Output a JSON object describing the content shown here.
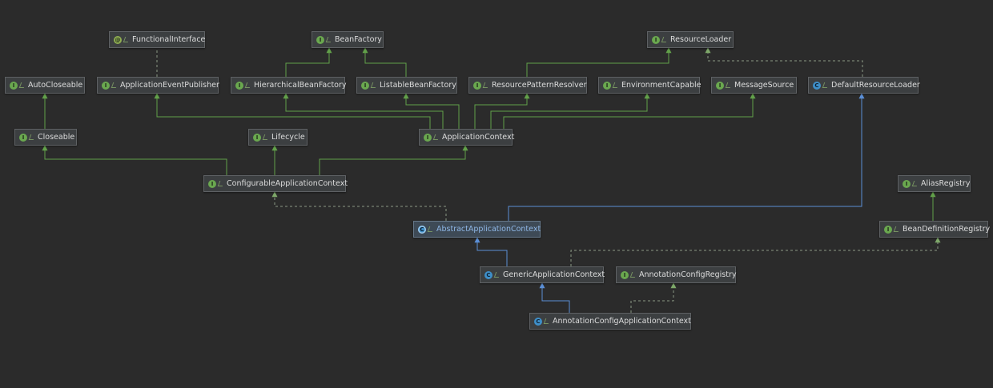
{
  "nodes": {
    "functional_interface": {
      "label": "FunctionalInterface",
      "kind": "@"
    },
    "bean_factory": {
      "label": "BeanFactory",
      "kind": "I"
    },
    "resource_loader": {
      "label": "ResourceLoader",
      "kind": "I"
    },
    "auto_closeable": {
      "label": "AutoCloseable",
      "kind": "I"
    },
    "application_event_publisher": {
      "label": "ApplicationEventPublisher",
      "kind": "I"
    },
    "hierarchical_bean_factory": {
      "label": "HierarchicalBeanFactory",
      "kind": "I"
    },
    "listable_bean_factory": {
      "label": "ListableBeanFactory",
      "kind": "I"
    },
    "resource_pattern_resolver": {
      "label": "ResourcePatternResolver",
      "kind": "I"
    },
    "environment_capable": {
      "label": "EnvironmentCapable",
      "kind": "I"
    },
    "message_source": {
      "label": "MessageSource",
      "kind": "I"
    },
    "default_resource_loader": {
      "label": "DefaultResourceLoader",
      "kind": "C"
    },
    "closeable": {
      "label": "Closeable",
      "kind": "I"
    },
    "lifecycle": {
      "label": "Lifecycle",
      "kind": "I"
    },
    "application_context": {
      "label": "ApplicationContext",
      "kind": "I"
    },
    "configurable_application_context": {
      "label": "ConfigurableApplicationContext",
      "kind": "I"
    },
    "alias_registry": {
      "label": "AliasRegistry",
      "kind": "I"
    },
    "abstract_application_context": {
      "label": "AbstractApplicationContext",
      "kind": "C"
    },
    "bean_definition_registry": {
      "label": "BeanDefinitionRegistry",
      "kind": "I"
    },
    "generic_application_context": {
      "label": "GenericApplicationContext",
      "kind": "C"
    },
    "annotation_config_registry": {
      "label": "AnnotationConfigRegistry",
      "kind": "I"
    },
    "annotation_config_application_context": {
      "label": "AnnotationConfigApplicationContext",
      "kind": "C"
    }
  },
  "colors": {
    "background": "#2b2b2b",
    "implements_edge": "#62a14a",
    "extends_edge": "#5b8fd6",
    "dashed_edge": "#8b9a84"
  }
}
